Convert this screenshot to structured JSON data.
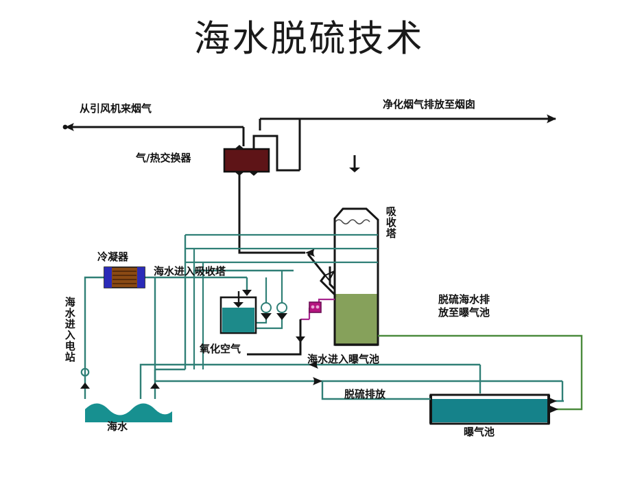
{
  "page": {
    "title": "海水脱硫技术",
    "background_color": "#ffffff"
  },
  "colors": {
    "pipe_black": "#151515",
    "pipe_teal": "#2f7f76",
    "pipe_green": "#4a8a3c",
    "pipe_magenta": "#a8268f",
    "water_teal": "#1d8a8a",
    "sea_teal": "#179090",
    "tower_liquid_green": "#7a9a4e",
    "ggh_red": "#5e1417",
    "condenser_body": "#8a4a14",
    "condenser_end": "#2b2bb8",
    "blower_magenta": "#b5157f",
    "text": "#111111"
  },
  "diagram": {
    "labels": {
      "flue_gas_in": "从引风机来烟气",
      "gas_heat_exchanger": "气/热交换器",
      "clean_gas_out": "净化烟气排放至烟囱",
      "absorber_tower": "吸收塔",
      "condenser": "冷凝器",
      "seawater_to_tower": "海水进入吸收塔",
      "seawater_to_plant": "海水进入电站",
      "seawater": "海水",
      "oxidation_air": "氧化空气",
      "desulf_seawater_to_aeration": "脱硫海水排\n放至曝气池",
      "seawater_to_aeration_pool": "海水进入曝气池",
      "desulf_discharge": "脱硫排放",
      "aeration_pool": "曝气池"
    },
    "components": [
      {
        "name": "gas-heat-exchanger",
        "label": "气/热交换器"
      },
      {
        "name": "absorber-tower",
        "label": "吸收塔"
      },
      {
        "name": "condenser",
        "label": "冷凝器"
      },
      {
        "name": "seawater-body",
        "label": "海水"
      },
      {
        "name": "aeration-pool",
        "label": "曝气池"
      },
      {
        "name": "oxidation-air-tank",
        "label": "氧化空气"
      },
      {
        "name": "pump-1",
        "label": ""
      },
      {
        "name": "pump-2",
        "label": ""
      },
      {
        "name": "blower",
        "label": ""
      }
    ],
    "flows": [
      {
        "name": "flue-gas-inlet",
        "label": "从引风机来烟气",
        "direction": "left"
      },
      {
        "name": "clean-gas-outlet",
        "label": "净化烟气排放至烟囱",
        "direction": "right"
      },
      {
        "name": "seawater-intake",
        "label": "海水进入电站",
        "direction": "up"
      },
      {
        "name": "seawater-to-absorber",
        "label": "海水进入吸收塔",
        "direction": "right"
      },
      {
        "name": "seawater-to-aeration",
        "label": "海水进入曝气池",
        "direction": "right"
      },
      {
        "name": "desulfurization-discharge",
        "label": "脱硫排放",
        "direction": "left"
      },
      {
        "name": "desulfurized-seawater-to-aeration",
        "label": "脱硫海水排\n放至曝气池",
        "direction": "right"
      }
    ]
  }
}
